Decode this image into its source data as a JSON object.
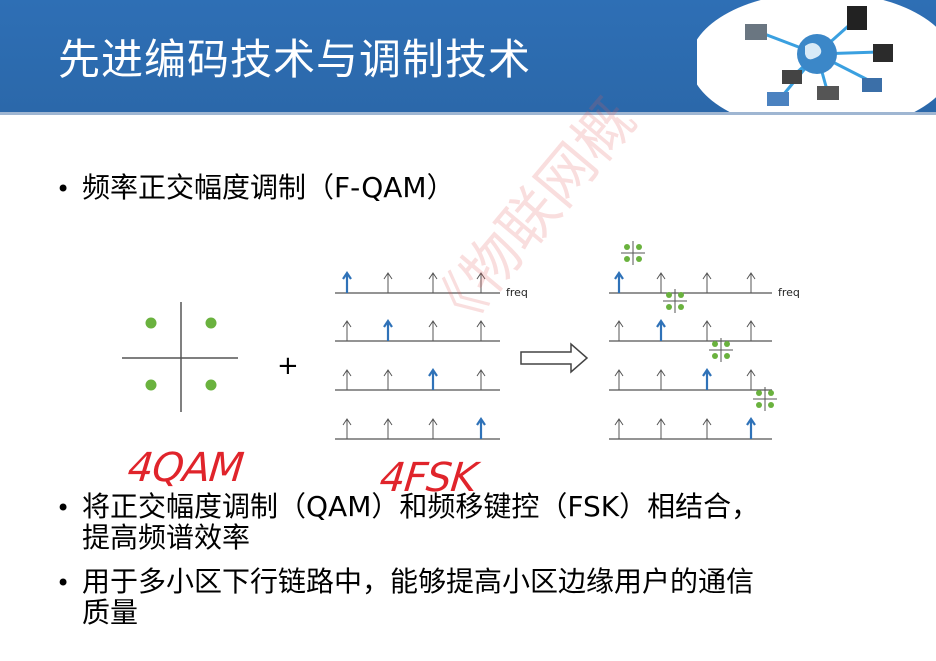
{
  "header": {
    "title": "先进编码技术与调制技术"
  },
  "bullets": [
    {
      "lines": [
        "频率正交幅度调制（F-QAM）"
      ]
    },
    {
      "lines": [
        "将正交幅度调制（QAM）和频移键控（FSK）相结合，",
        "提高频谱效率"
      ]
    },
    {
      "lines": [
        "用于多小区下行链路中，能够提高小区边缘用户的通信",
        "质量"
      ]
    }
  ],
  "figure": {
    "plus_sign": "+",
    "freq_label_1": "freq",
    "freq_label_2": "freq"
  },
  "annotations": {
    "qam_note": "4QAM",
    "fsk_note": "4FSK"
  },
  "watermark": "《物联网概",
  "colors": {
    "header_blue": "#2e6fb5",
    "dot_green": "#6ab23e",
    "arrow_blue": "#2f72b8",
    "handwriting_red": "#e0242b"
  }
}
